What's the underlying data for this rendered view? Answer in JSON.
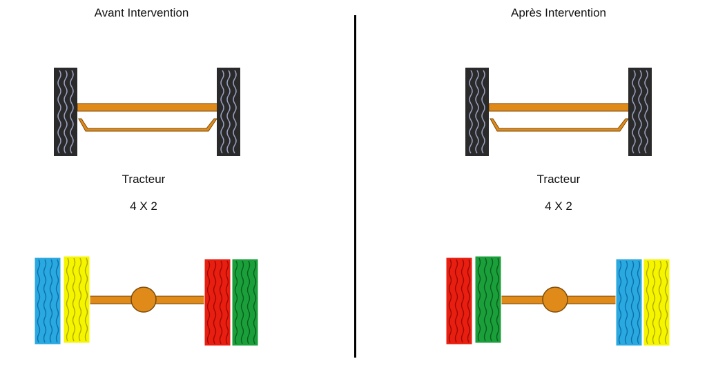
{
  "before": {
    "title": "Avant Intervention",
    "vehicle_name": "Tracteur",
    "vehicle_config": "4 X 2",
    "rear_axle": {
      "left_tires": [
        "blue",
        "yellow"
      ],
      "right_tires": [
        "red",
        "green"
      ]
    }
  },
  "after": {
    "title": "Après Intervention",
    "vehicle_name": "Tracteur",
    "vehicle_config": "4 X 2",
    "rear_axle": {
      "left_tires": [
        "red",
        "green"
      ],
      "right_tires": [
        "blue",
        "yellow"
      ]
    }
  },
  "colors": {
    "blue": "#2aa8e0",
    "yellow": "#f5f500",
    "red": "#e81e10",
    "green": "#1a9f3a",
    "black_tire": "#2a2a2a",
    "axle": "#e08a1a",
    "divider": "#000000"
  }
}
